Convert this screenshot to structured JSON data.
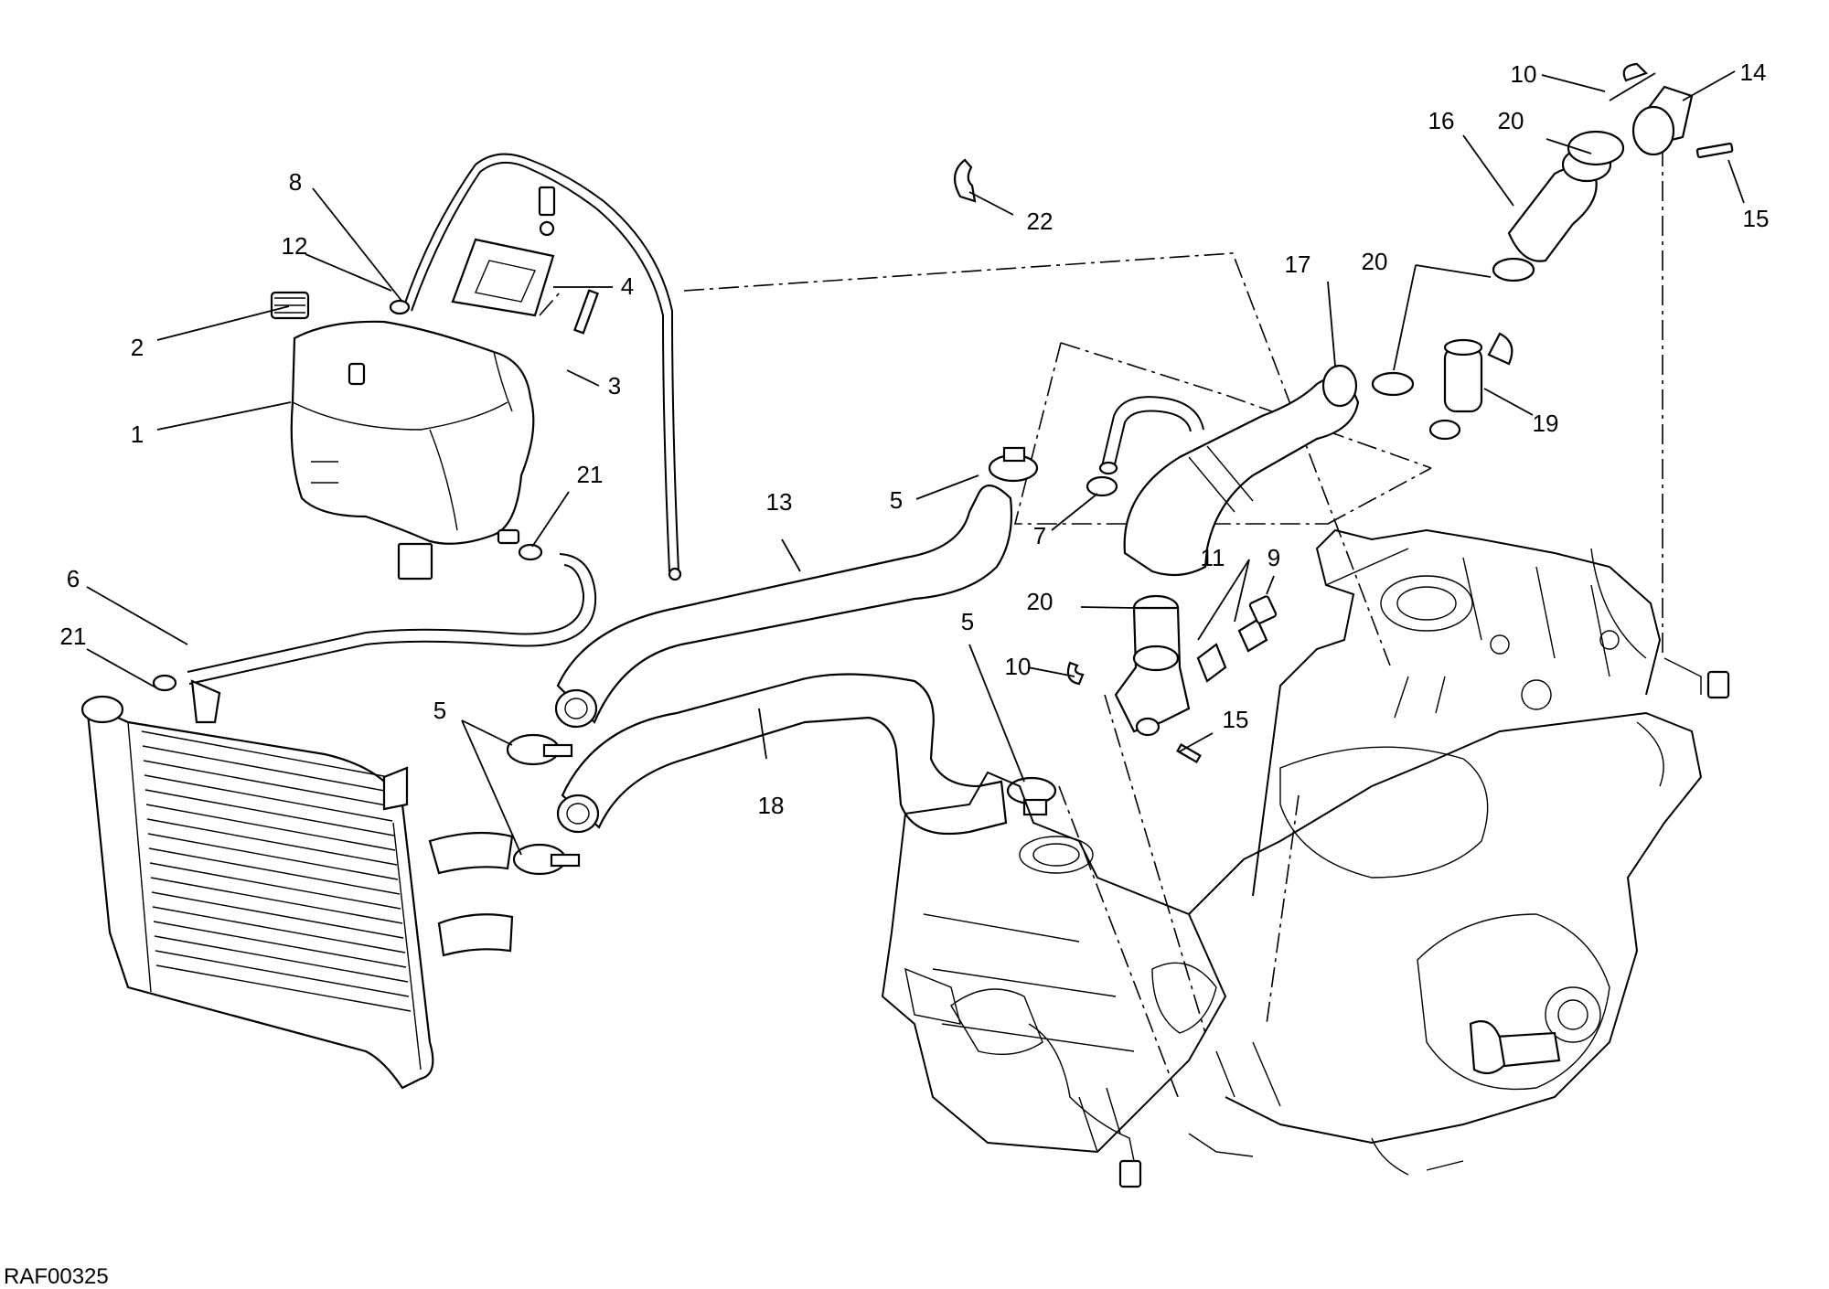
{
  "drawing_code": "RAF00325",
  "callouts": [
    {
      "id": "c1",
      "label": "1"
    },
    {
      "id": "c2",
      "label": "2"
    },
    {
      "id": "c3",
      "label": "3"
    },
    {
      "id": "c4",
      "label": "4"
    },
    {
      "id": "c5a",
      "label": "5"
    },
    {
      "id": "c5b",
      "label": "5"
    },
    {
      "id": "c5c",
      "label": "5"
    },
    {
      "id": "c6",
      "label": "6"
    },
    {
      "id": "c7",
      "label": "7"
    },
    {
      "id": "c8",
      "label": "8"
    },
    {
      "id": "c9",
      "label": "9"
    },
    {
      "id": "c10a",
      "label": "10"
    },
    {
      "id": "c10b",
      "label": "10"
    },
    {
      "id": "c11",
      "label": "11"
    },
    {
      "id": "c12",
      "label": "12"
    },
    {
      "id": "c13",
      "label": "13"
    },
    {
      "id": "c14",
      "label": "14"
    },
    {
      "id": "c15a",
      "label": "15"
    },
    {
      "id": "c15b",
      "label": "15"
    },
    {
      "id": "c16",
      "label": "16"
    },
    {
      "id": "c17",
      "label": "17"
    },
    {
      "id": "c18",
      "label": "18"
    },
    {
      "id": "c19",
      "label": "19"
    },
    {
      "id": "c20a",
      "label": "20"
    },
    {
      "id": "c20b",
      "label": "20"
    },
    {
      "id": "c20c",
      "label": "20"
    },
    {
      "id": "c21a",
      "label": "21"
    },
    {
      "id": "c21b",
      "label": "21"
    },
    {
      "id": "c22",
      "label": "22"
    }
  ]
}
